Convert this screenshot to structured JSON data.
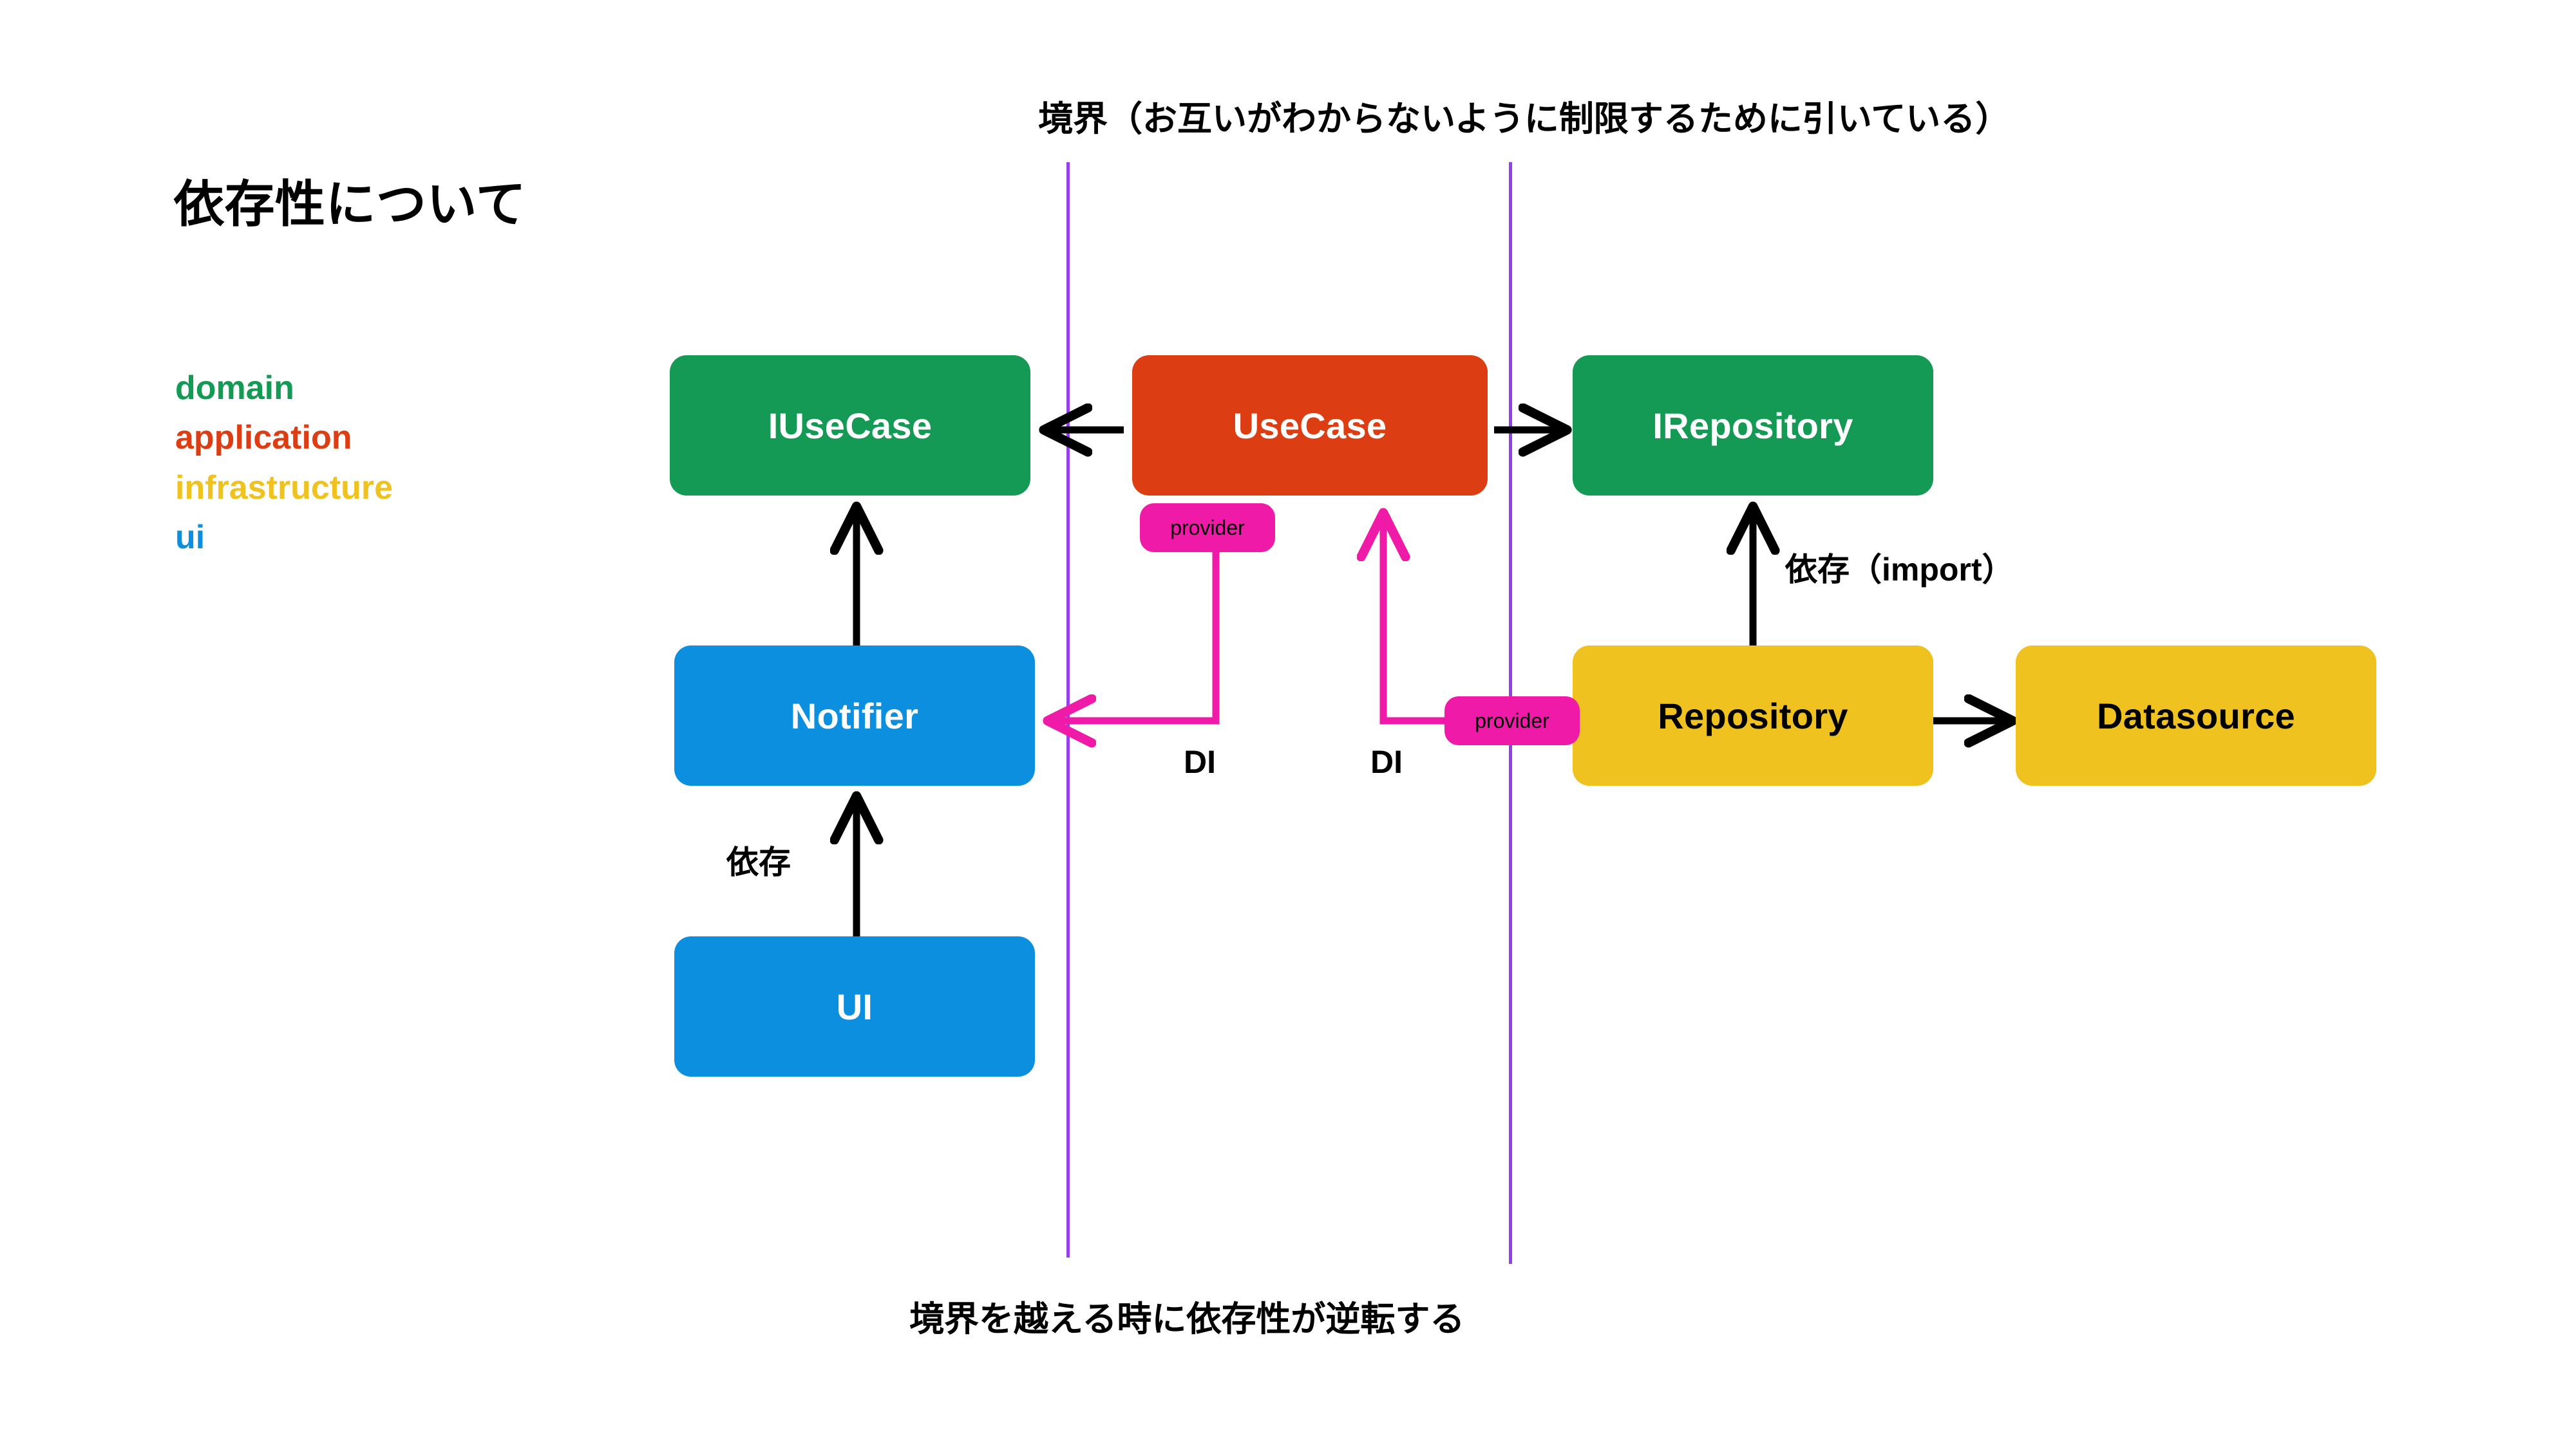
{
  "title": "依存性について",
  "legend": {
    "items": [
      {
        "label": "domain",
        "color": "#149a54"
      },
      {
        "label": "application",
        "color": "#dd3d13"
      },
      {
        "label": "infrastructure",
        "color": "#efc21f"
      },
      {
        "label": "ui",
        "color": "#0d8fe0"
      }
    ]
  },
  "annotations": {
    "top": "境界（お互いがわからないように制限するために引いている）",
    "bottom": "境界を越える時に依存性が逆転する",
    "import": "依存（import）",
    "dependency": "依存",
    "di_left": "DI",
    "di_right": "DI"
  },
  "nodes": [
    {
      "id": "iusecase",
      "label": "IUseCase",
      "layer": "domain",
      "bg": "#149a54",
      "fg": "#ffffff"
    },
    {
      "id": "usecase",
      "label": "UseCase",
      "layer": "application",
      "bg": "#dd3d13",
      "fg": "#ffffff"
    },
    {
      "id": "irepository",
      "label": "IRepository",
      "layer": "domain",
      "bg": "#149a54",
      "fg": "#ffffff"
    },
    {
      "id": "notifier",
      "label": "Notifier",
      "layer": "ui",
      "bg": "#0d8fe0",
      "fg": "#ffffff"
    },
    {
      "id": "repository",
      "label": "Repository",
      "layer": "infrastructure",
      "bg": "#efc21f",
      "fg": "#000000"
    },
    {
      "id": "datasource",
      "label": "Datasource",
      "layer": "infrastructure",
      "bg": "#efc21f",
      "fg": "#000000"
    },
    {
      "id": "ui",
      "label": "UI",
      "layer": "ui",
      "bg": "#0d8fe0",
      "fg": "#ffffff"
    }
  ],
  "providers": [
    {
      "id": "provider-usecase",
      "label": "provider",
      "color": "#f01aa8"
    },
    {
      "id": "provider-repository",
      "label": "provider",
      "color": "#f01aa8"
    }
  ],
  "boundary": {
    "color": "#9340e8",
    "count": 2
  },
  "edges": [
    {
      "from": "usecase",
      "to": "iusecase",
      "kind": "import",
      "color": "#000000"
    },
    {
      "from": "usecase",
      "to": "irepository",
      "kind": "import",
      "color": "#000000"
    },
    {
      "from": "notifier",
      "to": "iusecase",
      "kind": "import",
      "color": "#000000"
    },
    {
      "from": "ui",
      "to": "notifier",
      "kind": "import",
      "color": "#000000",
      "label": "依存"
    },
    {
      "from": "repository",
      "to": "irepository",
      "kind": "import",
      "color": "#000000",
      "label": "依存（import）"
    },
    {
      "from": "repository",
      "to": "datasource",
      "kind": "import",
      "color": "#000000"
    },
    {
      "from": "provider-usecase",
      "to": "notifier",
      "kind": "di",
      "color": "#f01aa8",
      "label": "DI"
    },
    {
      "from": "provider-repository",
      "to": "usecase",
      "kind": "di",
      "color": "#f01aa8",
      "label": "DI"
    }
  ]
}
